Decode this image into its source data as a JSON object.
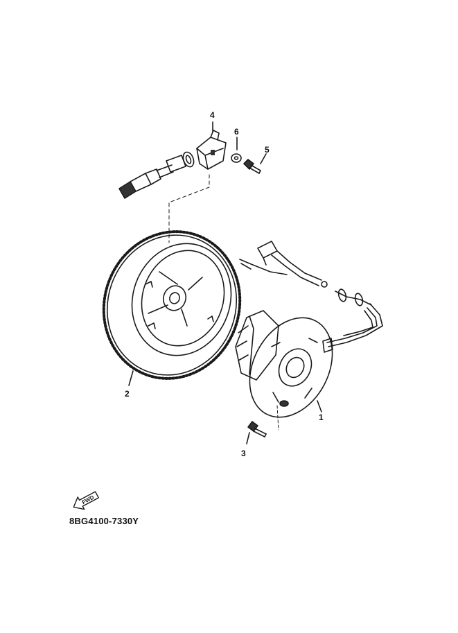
{
  "diagram": {
    "callouts": {
      "stator_assembly": "1",
      "rotor_flywheel": "2",
      "stator_screw": "3",
      "lead_connector": "4",
      "bolt": "5",
      "washer": "6"
    },
    "direction_arrow": "FWD",
    "part_code": "8BG4100-7330Y"
  }
}
